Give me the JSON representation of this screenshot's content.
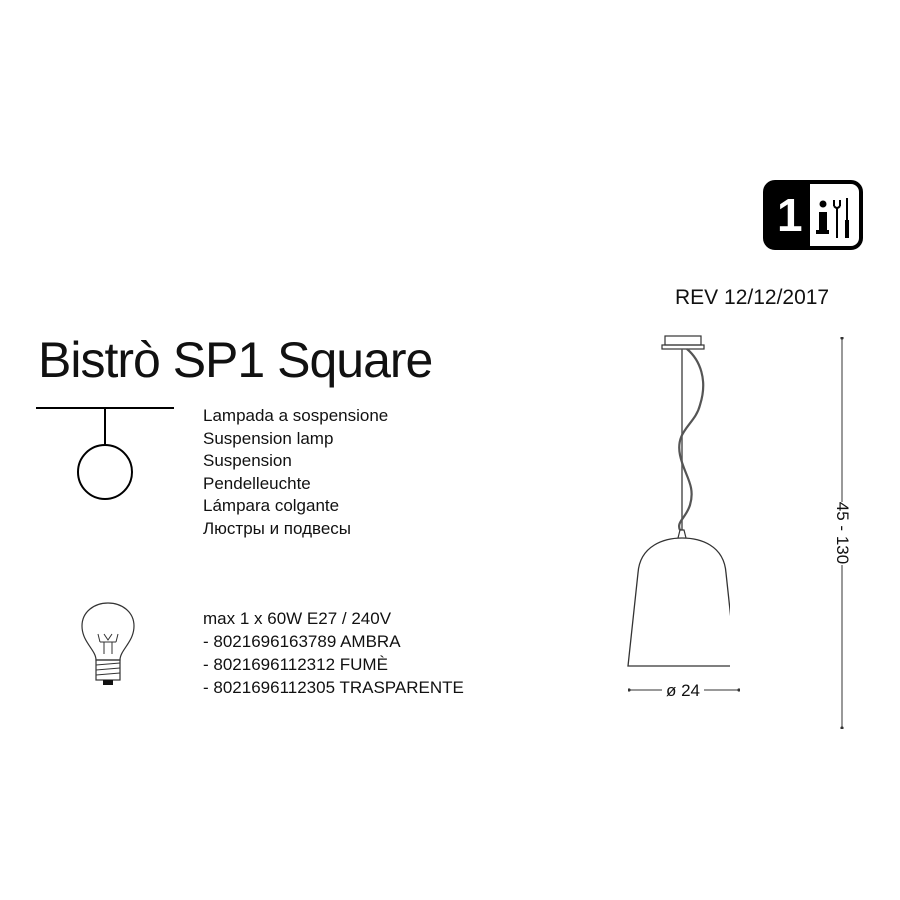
{
  "header": {
    "badge": {
      "number": "1",
      "icons": [
        "info-icon",
        "tools-icon"
      ]
    },
    "revision": "REV 12/12/2017"
  },
  "product": {
    "title": "Bistrò SP1 Square",
    "type_icon": "pendant-lamp-symbol-icon",
    "descriptions": [
      "Lampada a sospensione",
      "Suspension lamp",
      "Suspension",
      "Pendelleuchte",
      "Lámpara colgante",
      "Люстры и подвесы"
    ]
  },
  "specs": {
    "bulb_icon": "light-bulb-icon",
    "power": "max 1 x 60W E27 / 240V",
    "variants": [
      "- 8021696163789 AMBRA",
      "- 8021696112312 FUMÈ",
      "- 8021696112305 TRASPARENTE"
    ]
  },
  "drawing": {
    "height_label": "45 - 130",
    "diameter_label": "ø 24"
  }
}
